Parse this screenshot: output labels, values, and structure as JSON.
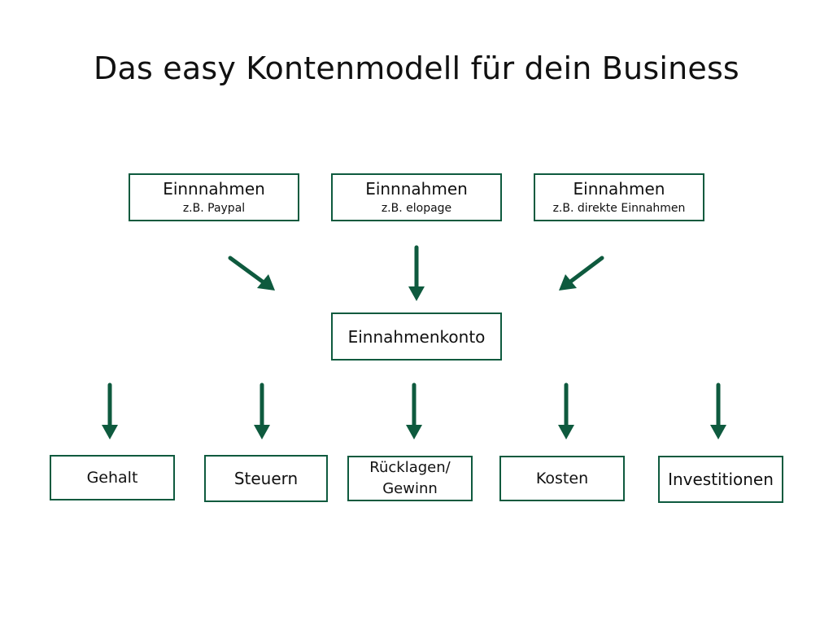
{
  "title": "Das easy Kontenmodell für dein Business",
  "colors": {
    "accent": "#0e5a3e",
    "text": "#111111",
    "background": "#ffffff"
  },
  "sources": [
    {
      "label": "Einnnahmen",
      "sub": "z.B. Paypal"
    },
    {
      "label": "Einnnahmen",
      "sub": "z.B. elopage"
    },
    {
      "label": "Einnahmen",
      "sub": "z.B. direkte Einnahmen"
    }
  ],
  "hub": {
    "label": "Einnahmenkonto"
  },
  "targets": [
    {
      "label": "Gehalt"
    },
    {
      "label": "Steuern"
    },
    {
      "label": "Rücklagen/ Gewinn"
    },
    {
      "label": "Kosten"
    },
    {
      "label": "Investitionen"
    }
  ]
}
